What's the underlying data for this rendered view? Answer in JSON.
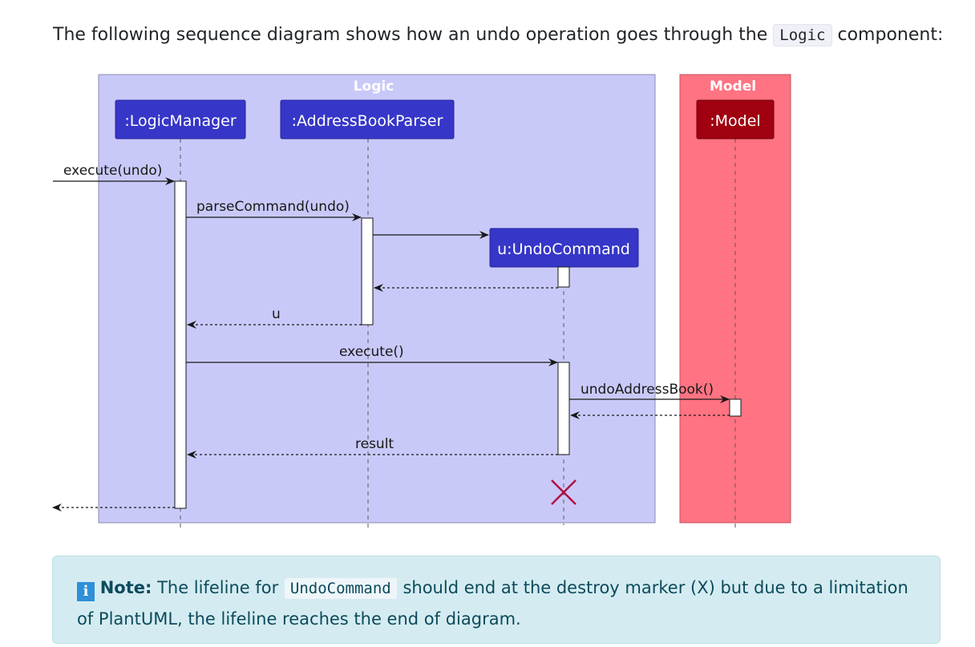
{
  "intro": {
    "before": "The following sequence diagram shows how an undo operation goes through the",
    "code": "Logic",
    "after": "component:"
  },
  "diagram": {
    "groups": {
      "logic": "Logic",
      "model": "Model"
    },
    "participants": {
      "logic_manager": ":LogicManager",
      "parser": ":AddressBookParser",
      "undo_command": "u:UndoCommand",
      "model": ":Model"
    },
    "messages": {
      "execute_undo": "execute(undo)",
      "parse_command": "parseCommand(undo)",
      "return_u": "u",
      "execute": "execute()",
      "undo_address_book": "undoAddressBook()",
      "result": "result"
    },
    "colors": {
      "logic_box": "#c9c9f9",
      "model_box": "#ff7382",
      "participant": "#3636c8",
      "model_participant": "#a00010",
      "destroy": "#b01040"
    }
  },
  "note": {
    "icon": "info-icon",
    "label": "Note:",
    "text_before": "The lifeline for",
    "code": "UndoCommand",
    "text_after": "should end at the destroy marker (X) but due to a limitation of PlantUML, the lifeline reaches the end of diagram."
  }
}
